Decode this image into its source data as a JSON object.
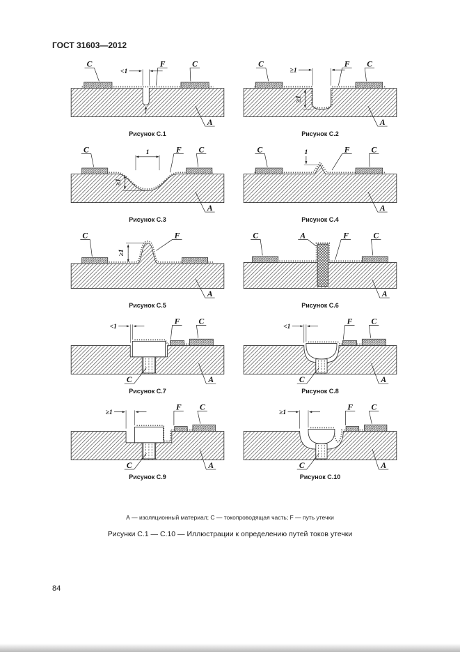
{
  "page": {
    "header": "ГОСТ 31603—2012",
    "page_number": "84",
    "legend": "А — изоляционный материал; С — токопроводящая часть; F — путь утечки",
    "figures_title": "Рисунки С.1 — С.10 — Иллюстрации к определению путей токов утечки"
  },
  "labels": {
    "c": "C",
    "f": "F",
    "a": "A"
  },
  "figures": [
    {
      "caption": "Рисунок С.1",
      "dim_width": "<1"
    },
    {
      "caption": "Рисунок С.2",
      "dim_width": "≥1",
      "dim_depth": "≥1"
    },
    {
      "caption": "Рисунок С.3",
      "dim_width": "1",
      "dim_depth": "≥1"
    },
    {
      "caption": "Рисунок С.4",
      "dim_height": "1"
    },
    {
      "caption": "Рисунок С.5",
      "dim_height": "≥1"
    },
    {
      "caption": "Рисунок С.6"
    },
    {
      "caption": "Рисунок С.7",
      "dim_gap": "<1"
    },
    {
      "caption": "Рисунок С.8",
      "dim_gap": "<1"
    },
    {
      "caption": "Рисунок С.9",
      "dim_gap": "≥1"
    },
    {
      "caption": "Рисунок С.10",
      "dim_gap": "≥1"
    }
  ]
}
